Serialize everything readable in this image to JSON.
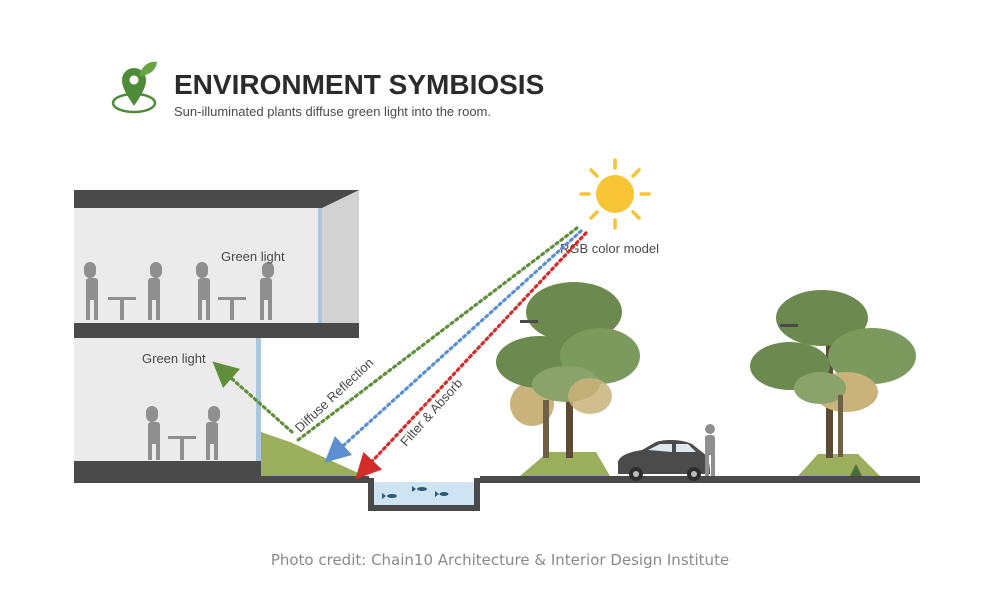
{
  "header": {
    "title": "ENVIRONMENT SYMBIOSIS",
    "subtitle": "Sun-illuminated plants diffuse green light into the room."
  },
  "labels": {
    "upper_room": "Green light",
    "lower_room": "Green light",
    "sun_label": "RGB color model",
    "diffuse": "Diffuse Reflection",
    "filter": "Filter & Absorb"
  },
  "caption": "Photo credit: Chain10 Architecture & Interior Design Institute",
  "colors": {
    "green": "#5f8f3a",
    "blue": "#5b8fd0",
    "red": "#d42b2b",
    "sun": "#f7c436",
    "building": "#4a4a4a",
    "room": "#ebebeb",
    "glass": "#a9c6dc",
    "hill": "#9aae5c",
    "water": "#cfe4f2",
    "tree_dark": "#6c8a4f",
    "tree_mid": "#8aa36a",
    "tree_tan": "#c9b37a",
    "figure": "#8f8f8f",
    "car": "#4b4b4b",
    "logo": "#4e8b36"
  },
  "icons": {
    "logo": "location-pin-leaf-icon",
    "sun": "sun-icon",
    "fish": "fish-icon"
  }
}
